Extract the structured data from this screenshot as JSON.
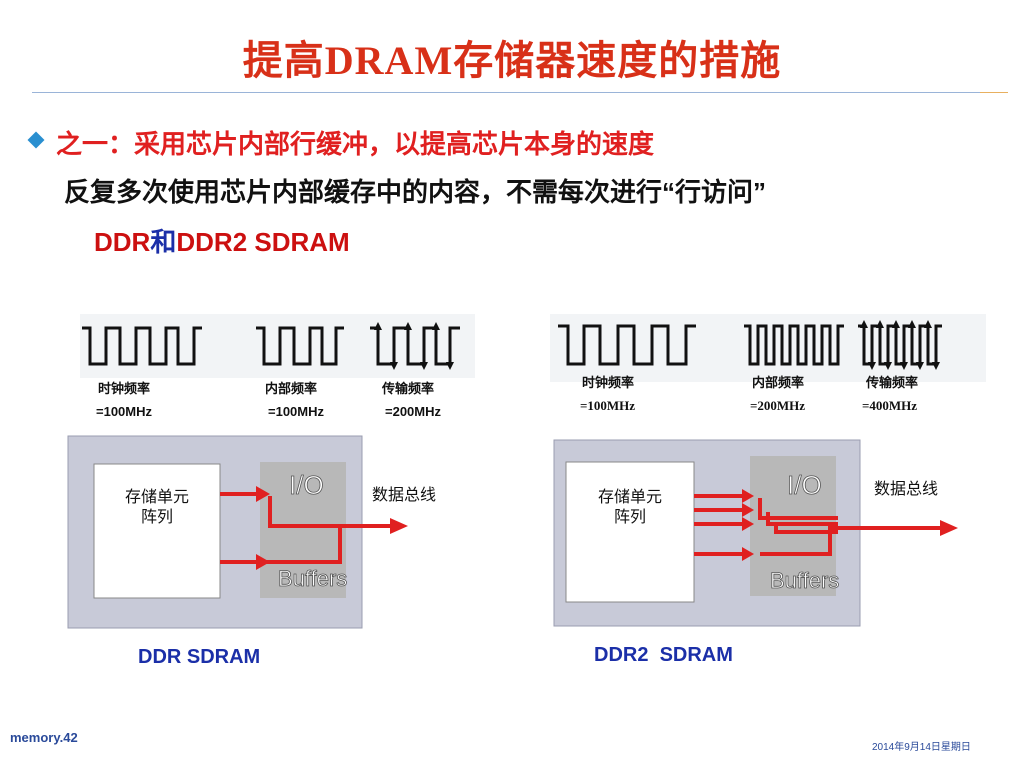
{
  "slide": {
    "title": "提高DRAM存储器速度的措施",
    "bullet1": "之一：采用芯片内部行缓冲，以提高芯片本身的速度",
    "line2": "反复多次使用芯片内部缓存中的内容，不需每次进行“行访问”",
    "line3_a": "DDR",
    "line3_conj": "和",
    "line3_b": "DDR2 SDRAM"
  },
  "ddr": {
    "clock_label": "时钟频率",
    "clock_value": "=100MHz",
    "internal_label": "内部频率",
    "internal_value": "=100MHz",
    "transfer_label": "传输频率",
    "transfer_value": "=200MHz",
    "cell_array": [
      "存储单元",
      "阵列"
    ],
    "io_top": "I/O",
    "io_bottom": "Buffers",
    "bus": "数据总线",
    "caption": "DDR SDRAM"
  },
  "ddr2": {
    "clock_label": "时钟频率",
    "clock_value": "=100MHz",
    "internal_label": "内部频率",
    "internal_value": "=200MHz",
    "transfer_label": "传输频率",
    "transfer_value": "=400MHz",
    "cell_array": [
      "存储单元",
      "阵列"
    ],
    "io_top": "I/O",
    "io_bottom": "Buffers",
    "bus": "数据总线",
    "caption": "DDR2  SDRAM"
  },
  "footer": {
    "left": "memory.42",
    "right": "2014年9月14日星期日"
  },
  "colors": {
    "title": "#d83018",
    "accent_red": "#e02020",
    "blue_text": "#1b2fa8",
    "panel_bg": "#c8cad8",
    "io_box": "#b8b8b8",
    "arrow": "#e02020"
  }
}
